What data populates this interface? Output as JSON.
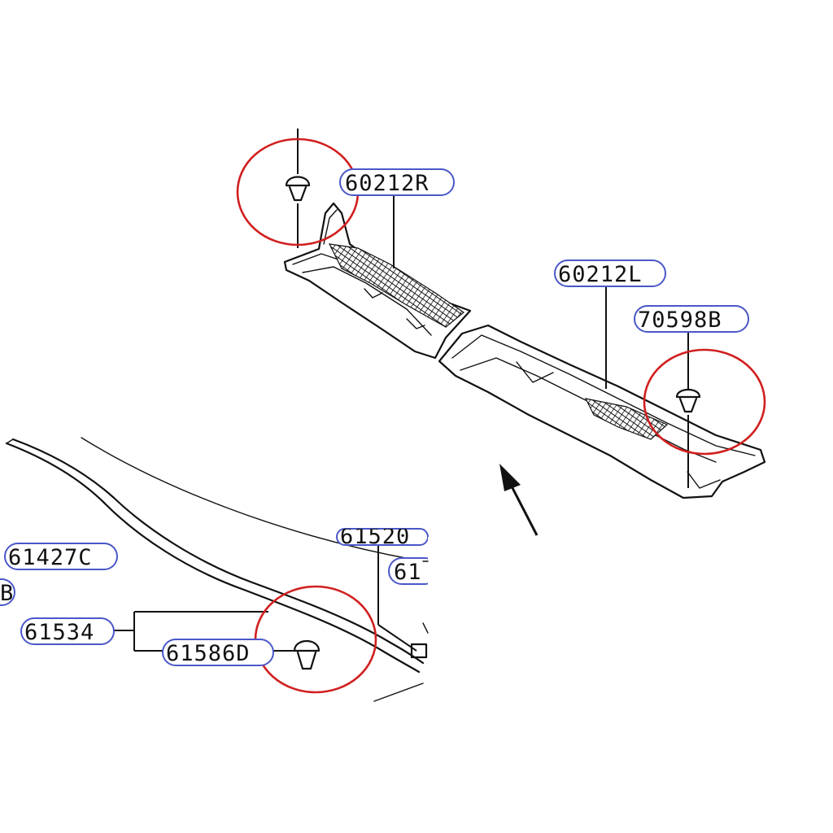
{
  "diagram": {
    "part_labels": {
      "cowl_right": "60212R",
      "cowl_left": "60212L",
      "clip_cowl": "70598B",
      "seal": "61427C",
      "clip_seal": "61586D",
      "seal_assembly": "61534",
      "cut_label_a": "61",
      "cut_label_b": "61520",
      "cut_label_c": "B"
    },
    "highlight_color": "#d11f1f",
    "label_border_color": "#4a57c8",
    "ink_color": "#111111"
  }
}
